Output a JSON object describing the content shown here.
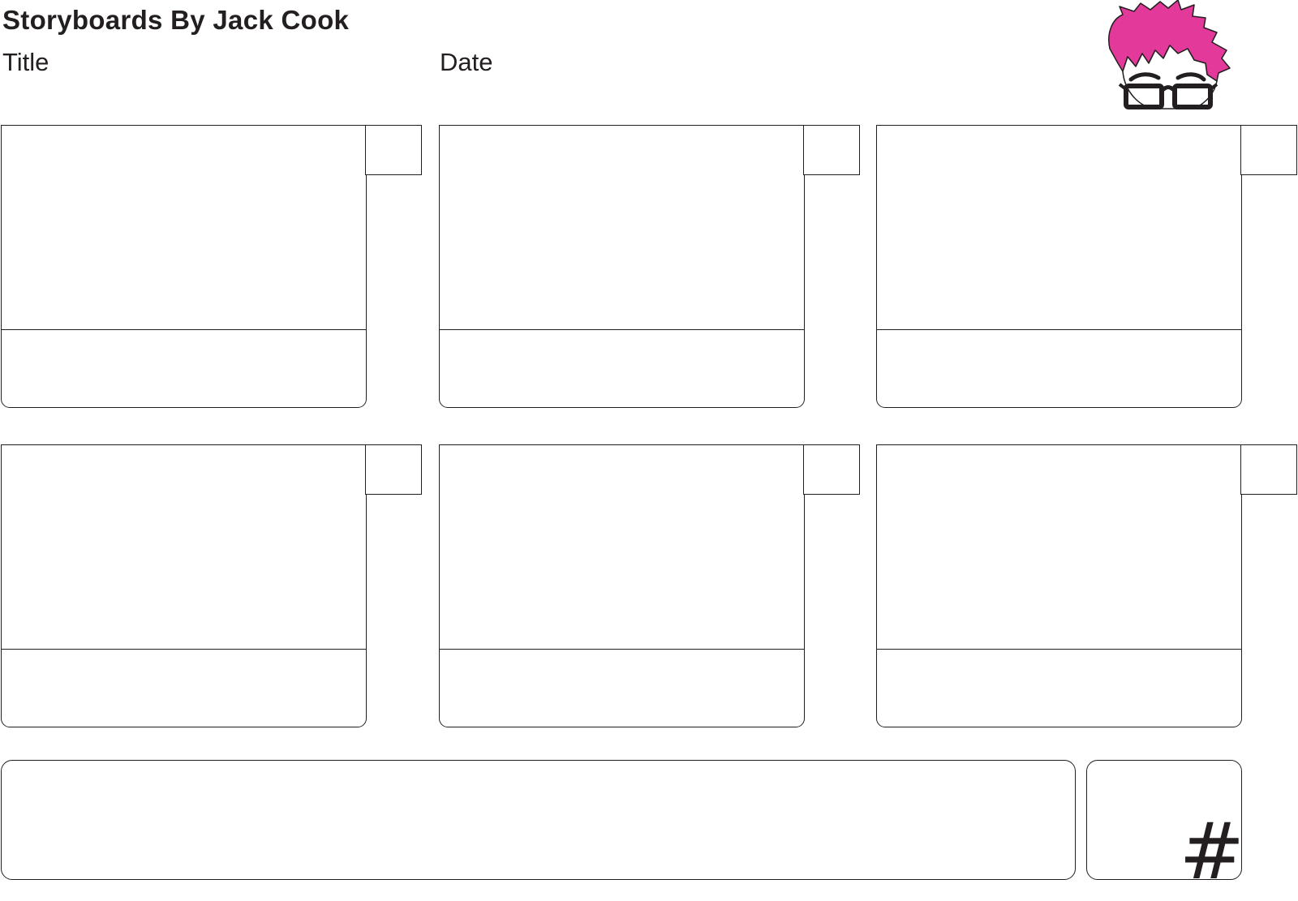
{
  "header": {
    "title": "Storyboards By Jack Cook",
    "title_label": "Title",
    "date_label": "Date"
  },
  "logo": {
    "icon": "pink-haired-face-with-glasses",
    "hair_color": "#e2399a",
    "outline_color": "#231f20"
  },
  "frames": [
    {
      "row": 1,
      "col": 1
    },
    {
      "row": 1,
      "col": 2
    },
    {
      "row": 1,
      "col": 3
    },
    {
      "row": 2,
      "col": 1
    },
    {
      "row": 2,
      "col": 2
    },
    {
      "row": 2,
      "col": 3
    }
  ],
  "footer": {
    "page_number_symbol": "#"
  },
  "colors": {
    "line": "#231f20",
    "background": "#ffffff",
    "accent": "#e2399a"
  }
}
